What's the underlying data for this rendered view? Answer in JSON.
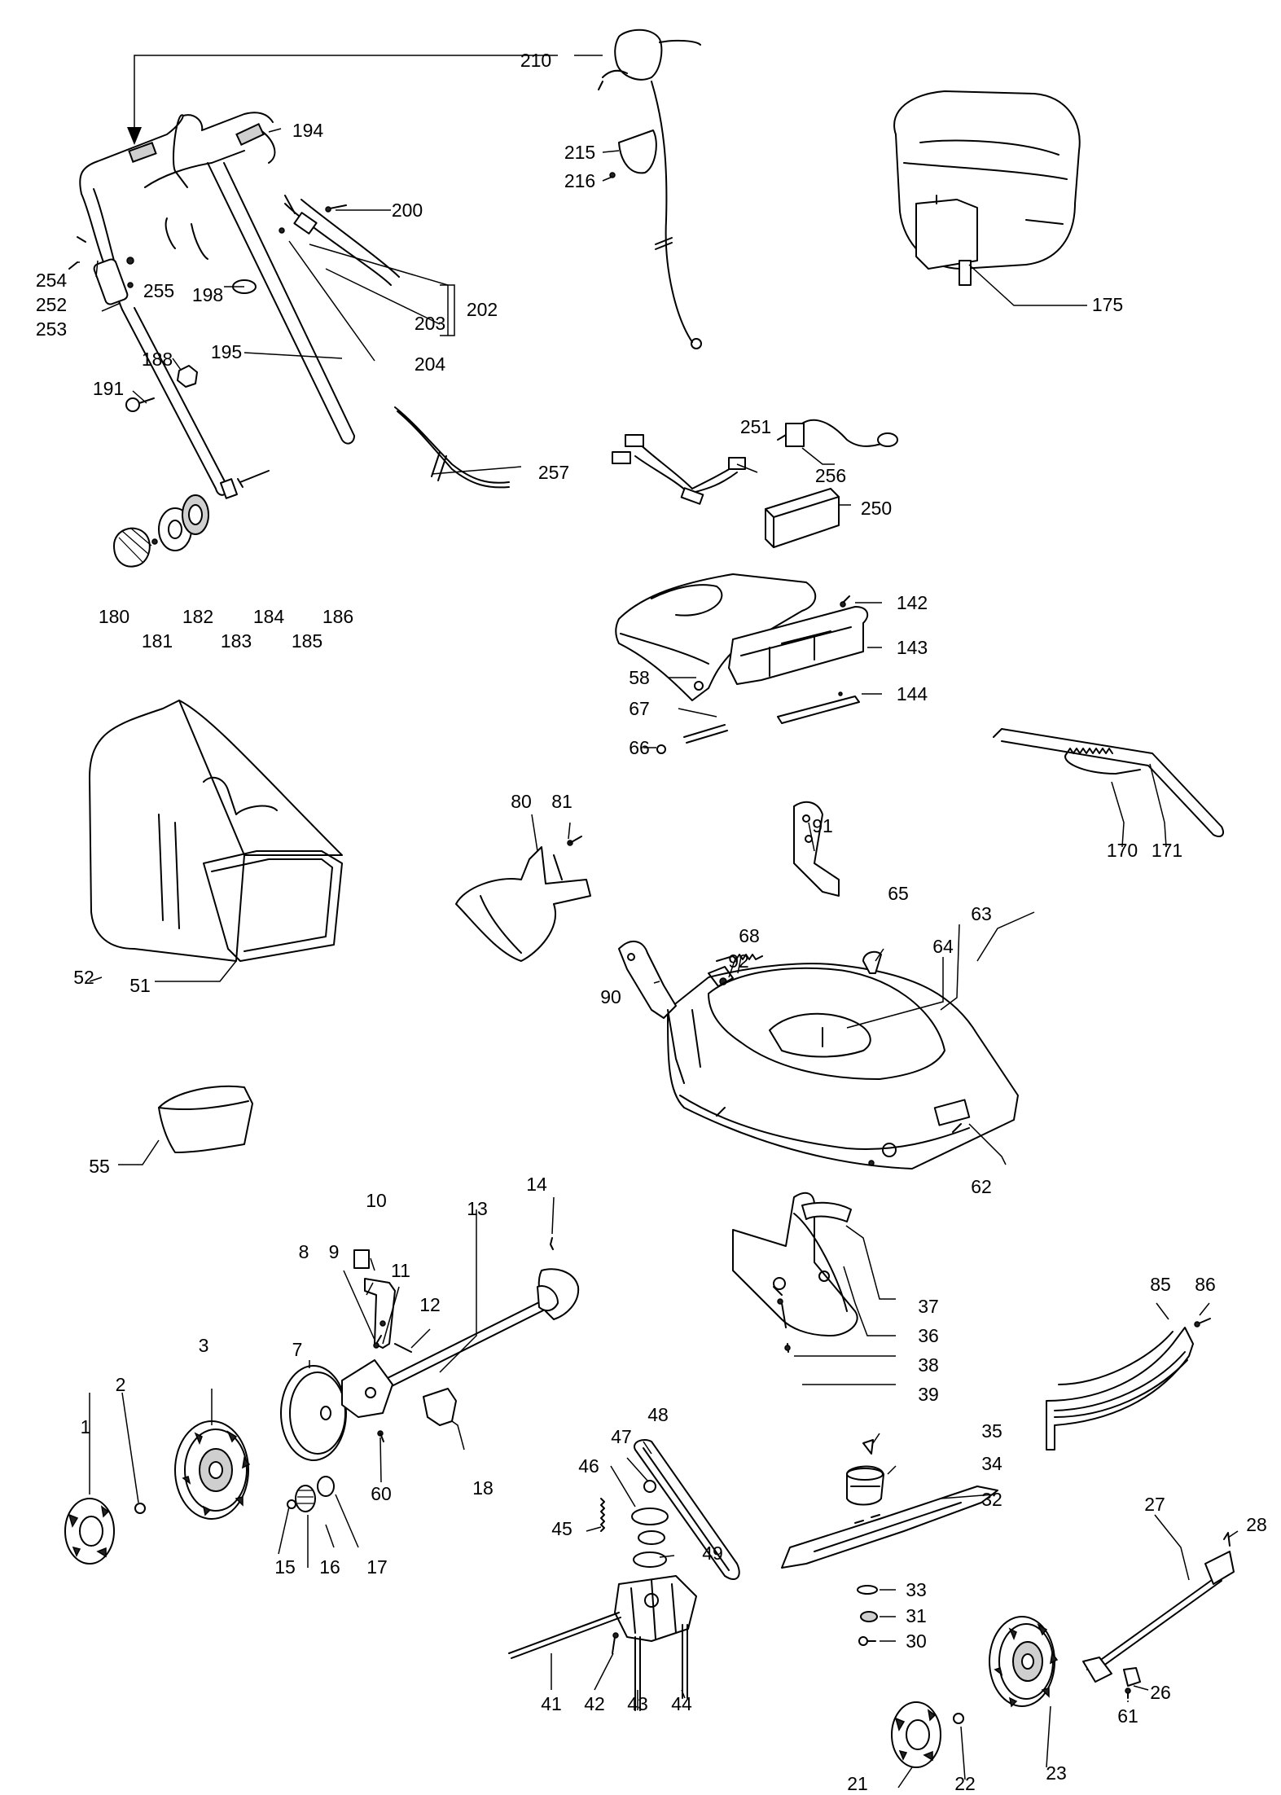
{
  "diagram": {
    "part_numbers": {
      "p1": "1",
      "p2": "2",
      "p3": "3",
      "p7": "7",
      "p8": "8",
      "p9": "9",
      "p10": "10",
      "p11": "11",
      "p12": "12",
      "p13": "13",
      "p14": "14",
      "p15": "15",
      "p16": "16",
      "p17": "17",
      "p18": "18",
      "p21": "21",
      "p22": "22",
      "p23": "23",
      "p26": "26",
      "p27": "27",
      "p28": "28",
      "p30": "30",
      "p31": "31",
      "p32": "32",
      "p33": "33",
      "p34": "34",
      "p35": "35",
      "p36": "36",
      "p37": "37",
      "p38": "38",
      "p39": "39",
      "p41": "41",
      "p42": "42",
      "p43": "43",
      "p44": "44",
      "p45": "45",
      "p46": "46",
      "p47": "47",
      "p48": "48",
      "p49": "49",
      "p51": "51",
      "p52": "52",
      "p55": "55",
      "p58": "58",
      "p60": "60",
      "p61": "61",
      "p62": "62",
      "p63": "63",
      "p64": "64",
      "p65": "65",
      "p66": "66",
      "p67": "67",
      "p68": "68",
      "p80": "80",
      "p81": "81",
      "p85": "85",
      "p86": "86",
      "p90": "90",
      "p91": "91",
      "p92": "92",
      "p142": "142",
      "p143": "143",
      "p144": "144",
      "p170": "170",
      "p171": "171",
      "p175": "175",
      "p180": "180",
      "p181": "181",
      "p182": "182",
      "p183": "183",
      "p184": "184",
      "p185": "185",
      "p186": "186",
      "p188": "188",
      "p191": "191",
      "p194": "194",
      "p195": "195",
      "p198": "198",
      "p200": "200",
      "p202": "202",
      "p203": "203",
      "p204": "204",
      "p210": "210",
      "p215": "215",
      "p216": "216",
      "p250": "250",
      "p251": "251",
      "p252": "252",
      "p253": "253",
      "p254": "254",
      "p255": "255",
      "p256": "256",
      "p257": "257"
    }
  }
}
